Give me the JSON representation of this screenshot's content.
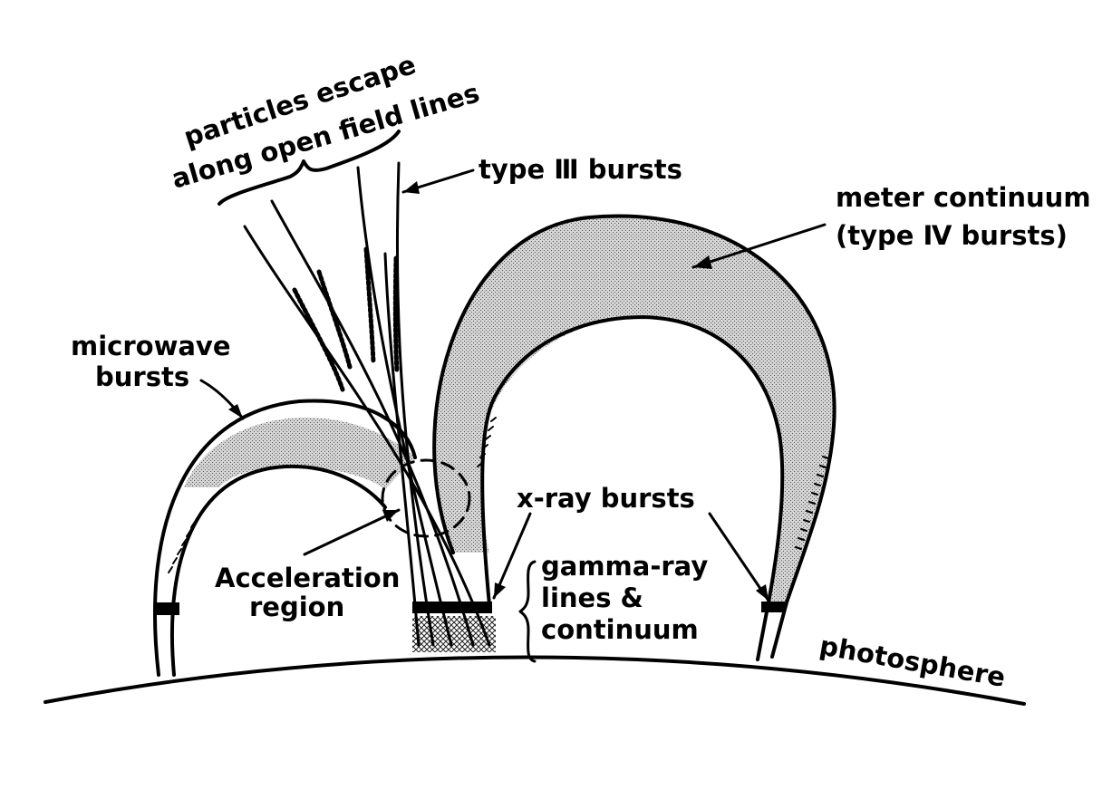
{
  "labels": {
    "particles_escape_line1": "particles escape",
    "particles_escape_line2": "along open field lines",
    "type_iii_bursts": "type Ⅲ bursts",
    "meter_continuum_line1": "meter continuum",
    "meter_continuum_line2": "(type Ⅳ bursts)",
    "microwave_line1": "microwave",
    "microwave_line2": "bursts",
    "xray_bursts": "x-ray bursts",
    "acceleration_line1": "Acceleration",
    "acceleration_line2": "region",
    "gamma_line1": "gamma-ray",
    "gamma_line2": "lines &",
    "gamma_line3": "continuum",
    "photosphere": "photosphere"
  }
}
